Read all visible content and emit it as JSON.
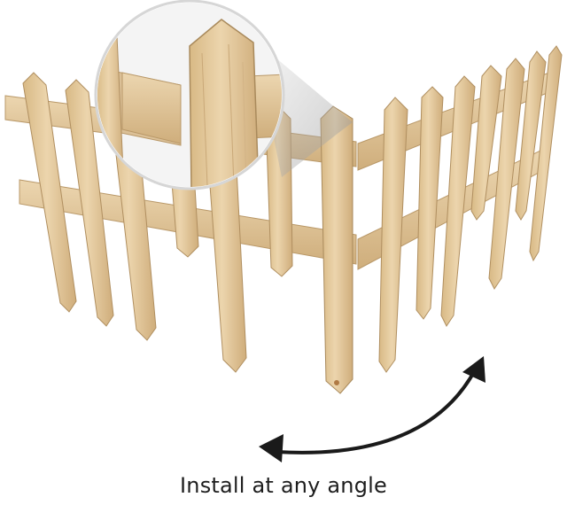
{
  "caption": "Install at any angle",
  "product": {
    "wood_color": "#e3c9a0",
    "wood_shadow": "#c9a878",
    "wood_dark": "#a98a5c",
    "magnifier_border": "#d8d8d8",
    "arrow_color": "#1a1a1a",
    "icons": [
      "picket-fence-left-section",
      "picket-fence-right-section",
      "magnifier-callout",
      "curved-double-arrow"
    ]
  }
}
